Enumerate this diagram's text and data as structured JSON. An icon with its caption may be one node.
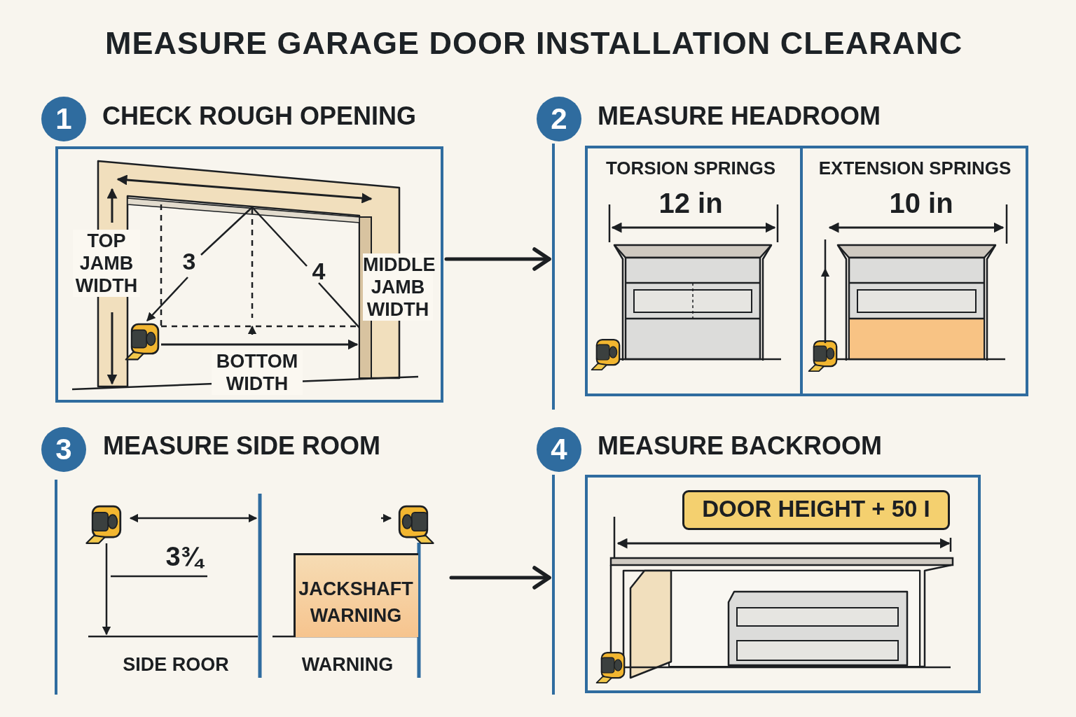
{
  "diagram": {
    "title": "MEASURE GARAGE DOOR INSTALLATION CLEARANC",
    "nodes": [
      {
        "text": [
          "1",
          "CHECK ROUGH OPENING"
        ]
      },
      {
        "text": [
          "2",
          "MEASURE HEADROOM"
        ]
      },
      {
        "text": [
          "TORSION SPRINGS",
          "12 in"
        ],
        "in": 1
      },
      {
        "text": [
          "EXTENSION SPRINGS",
          "10 in"
        ],
        "in": 1
      },
      {
        "text": [
          "3",
          "MEASURE SIDE ROOM"
        ]
      },
      {
        "text": [
          "JACKSHAFT WARNING"
        ],
        "in": 4
      },
      {
        "text": [
          "4",
          "MEASURE BACKROOM"
        ]
      },
      {
        "text": [
          "DOOR HEIGHT + 50 I"
        ],
        "in": 6
      }
    ],
    "edges": [
      {
        "from": 0,
        "to": 1,
        "arrow": "to"
      },
      {
        "from": 4,
        "to": 6,
        "arrow": "to"
      }
    ],
    "labels": [
      "TOP JAMB WIDTH",
      "3",
      "4",
      "MIDDLE JAMB WIDTH",
      "BOTTOM WIDTH",
      "3¾",
      "SIDE ROOR",
      "WARNING"
    ]
  }
}
